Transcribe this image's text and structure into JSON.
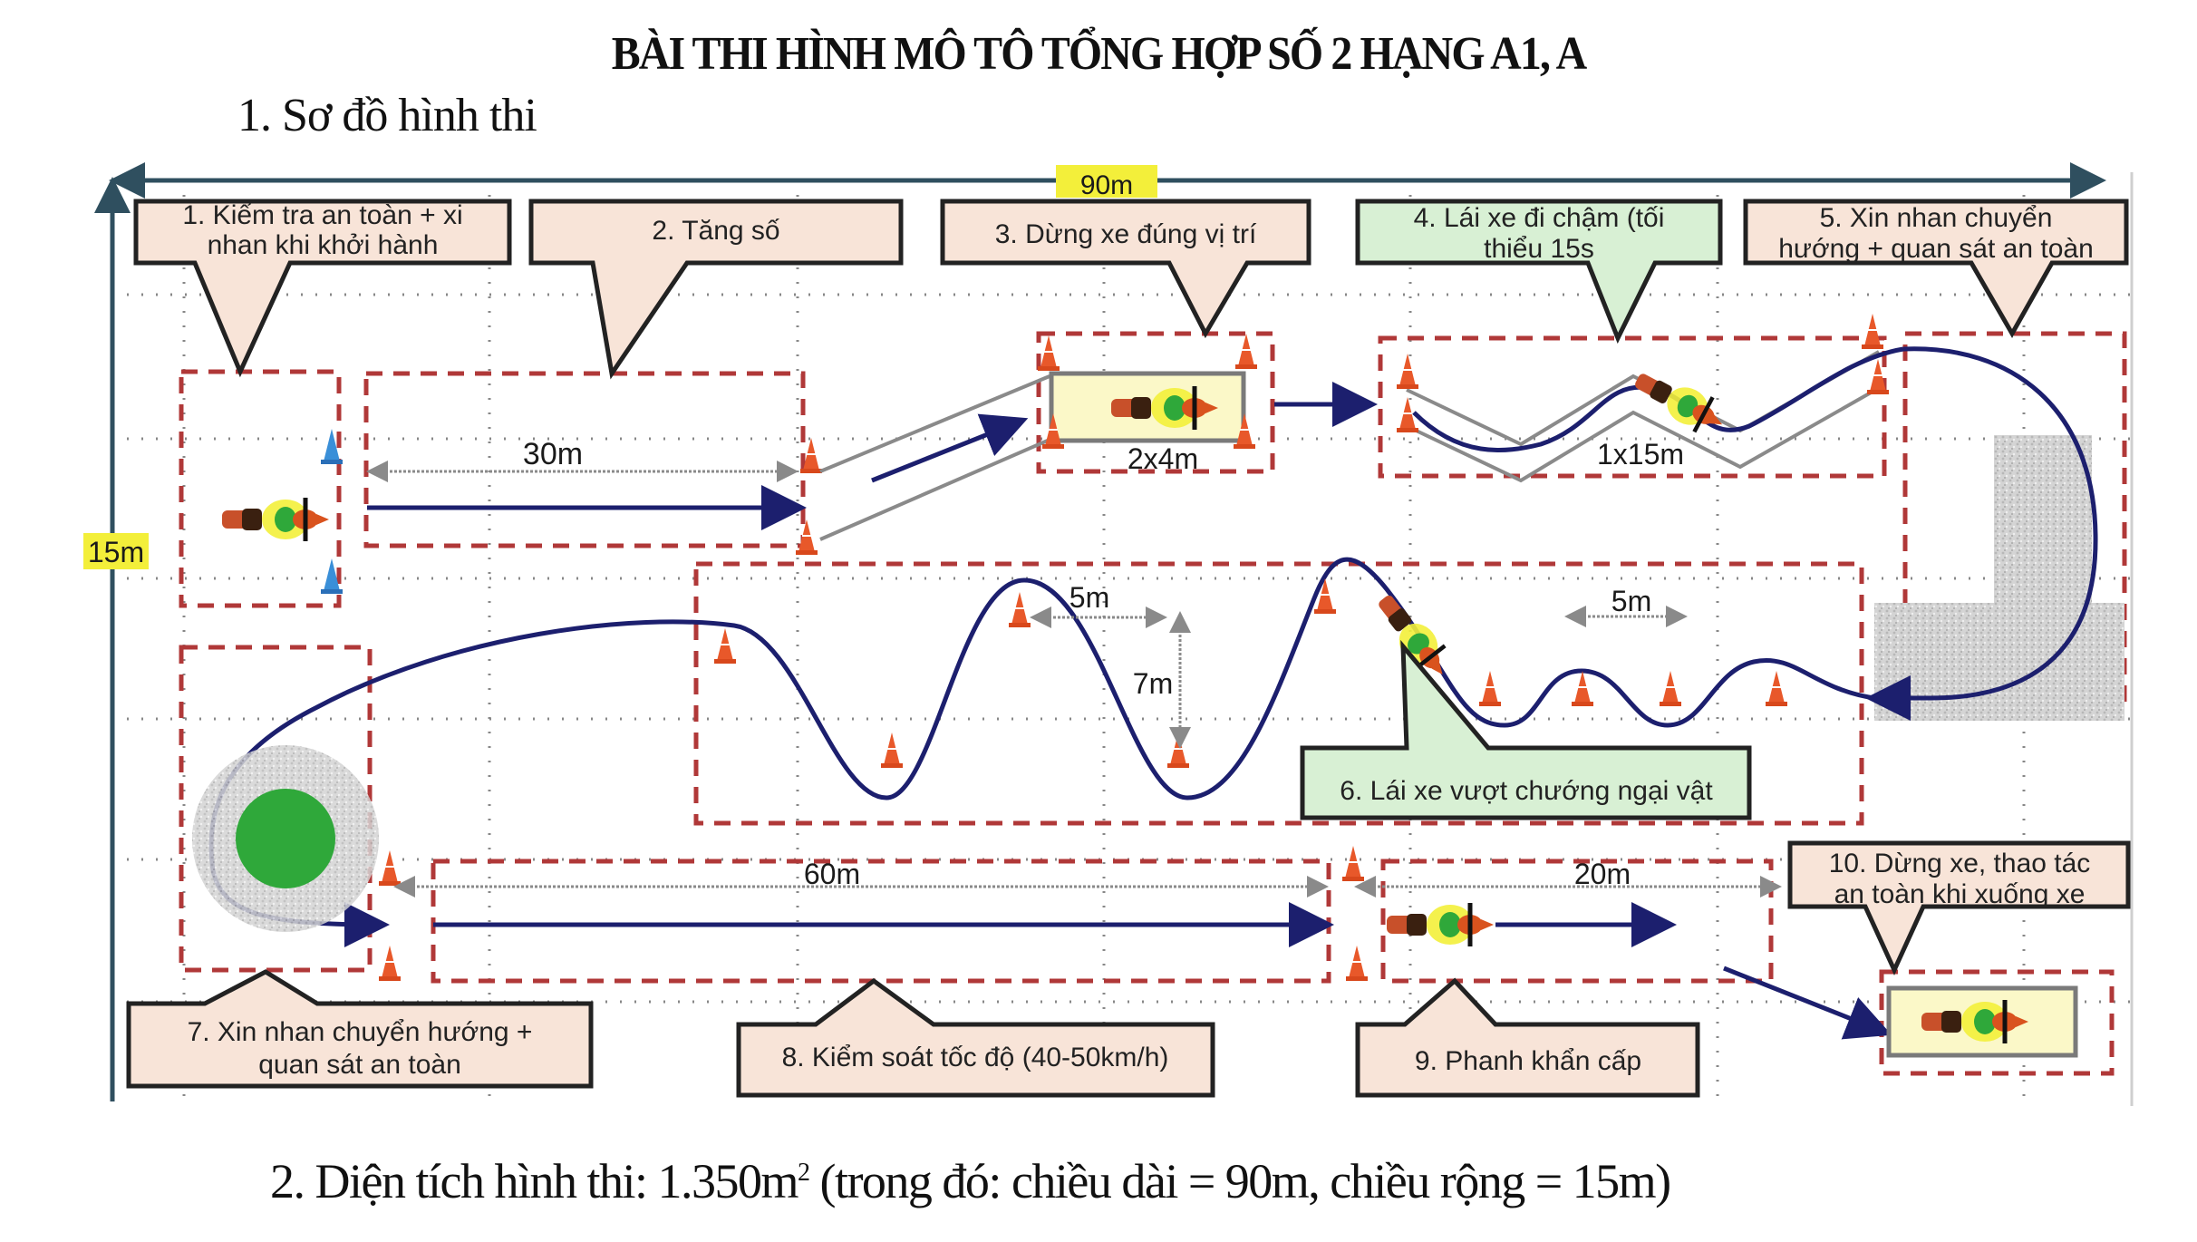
{
  "title": "BÀI THI HÌNH MÔ TÔ TỔNG HỢP SỐ 2 HẠNG A1, A",
  "section1": "1. Sơ đồ hình thi",
  "section2": {
    "prefix": "2. Diện tích hình thi: 1.350m",
    "sup": "2",
    "suffix": " (trong đó: chiều dài = 90m, chiều rộng = 15m)"
  },
  "dimensions": {
    "length": "90m",
    "width": "15m"
  },
  "measurements": {
    "m30": "30m",
    "stop_box": "2x4m",
    "narrow_path": "1x15m",
    "slalom_gap_1": "5m",
    "slalom_depth": "7m",
    "slalom_gap_2": "5m",
    "m60": "60m",
    "m20": "20m"
  },
  "callouts": [
    {
      "id": 1,
      "line1": "1. Kiểm tra an toàn + xi",
      "line2": "nhan khi khởi hành",
      "fill": "#f8e4d8"
    },
    {
      "id": 2,
      "line1": "2. Tăng số",
      "line2": "",
      "fill": "#f8e4d8"
    },
    {
      "id": 3,
      "line1": "3. Dừng xe đúng vị trí",
      "line2": "",
      "fill": "#f8e4d8"
    },
    {
      "id": 4,
      "line1": "4. Lái xe đi chậm (tối",
      "line2": "thiểu 15s",
      "fill": "#d8f0d4"
    },
    {
      "id": 5,
      "line1": "5. Xin nhan chuyển",
      "line2": "hướng + quan sát an toàn",
      "fill": "#f8e4d8"
    },
    {
      "id": 6,
      "line1": "6. Lái xe vượt chướng ngại vật",
      "line2": "",
      "fill": "#d8f0d4"
    },
    {
      "id": 7,
      "line1": "7. Xin nhan chuyển hướng +",
      "line2": "quan sát an toàn",
      "fill": "#f8e4d8"
    },
    {
      "id": 8,
      "line1": "8. Kiểm soát tốc độ (40-50km/h)",
      "line2": "",
      "fill": "#f8e4d8"
    },
    {
      "id": 9,
      "line1": "9. Phanh khẩn cấp",
      "line2": "",
      "fill": "#f8e4d8"
    },
    {
      "id": 10,
      "line1": "10. Dừng xe, thao tác",
      "line2": "an toàn khi xuống xe",
      "fill": "#f8e4d8"
    }
  ],
  "colors": {
    "zone_border": "#b03838",
    "path": "#1c1f6e",
    "cone": "#e8582a",
    "cone_start": "#3a8fd8",
    "highlight_yellow": "#f5f25a",
    "stop_box_fill": "#fbf8c8",
    "roundabout_green": "#2fa83a",
    "axis": "#2f4f5f"
  }
}
